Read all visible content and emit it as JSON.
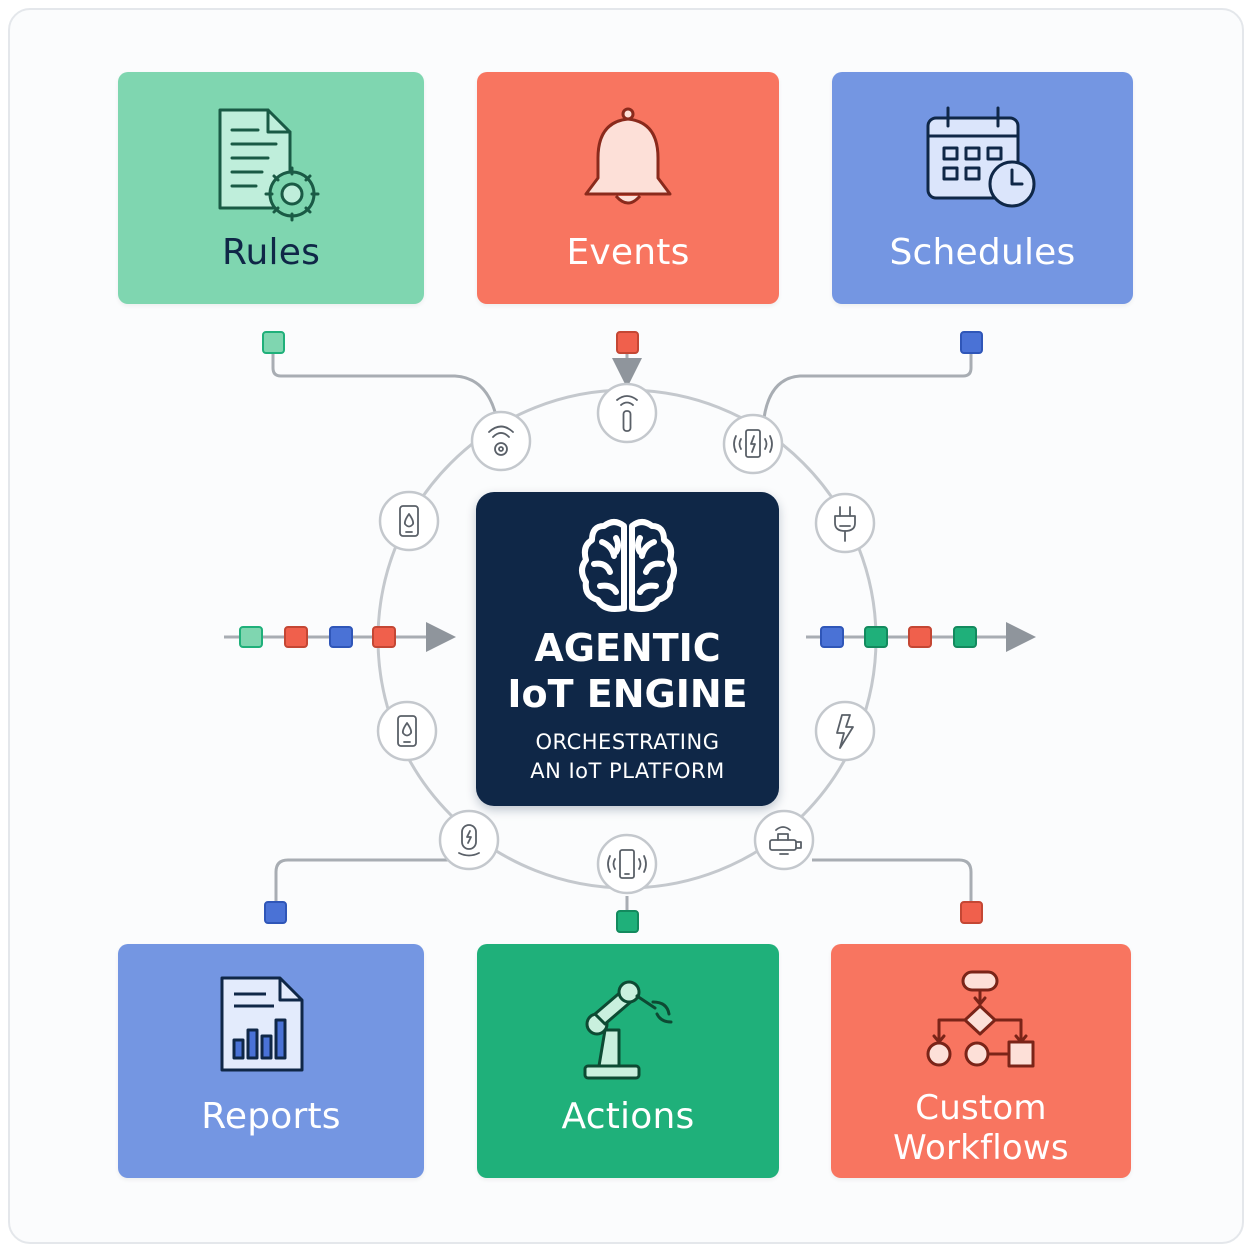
{
  "hub": {
    "title_line1": "AGENTIC",
    "title_line2": "IoT ENGINE",
    "subtitle_line1": "ORCHESTRATING",
    "subtitle_line2": "AN IoT PLATFORM"
  },
  "cards": {
    "rules": {
      "label": "Rules",
      "color": "#7fd6b0",
      "icon": "rule-document-gear-icon"
    },
    "events": {
      "label": "Events",
      "color": "#f87560",
      "icon": "bell-icon"
    },
    "schedules": {
      "label": "Schedules",
      "color": "#7496e2",
      "icon": "calendar-clock-icon"
    },
    "reports": {
      "label": "Reports",
      "color": "#7496e2",
      "icon": "bar-chart-report-icon"
    },
    "actions": {
      "label": "Actions",
      "color": "#1fb07a",
      "icon": "robot-arm-icon"
    },
    "custom_workflows": {
      "label_line1": "Custom",
      "label_line2": "Workflows",
      "color": "#f87560",
      "icon": "flowchart-icon"
    }
  },
  "device_nodes": [
    "wifi-sensor-icon",
    "remote-signal-icon",
    "smart-meter-icon",
    "power-plug-icon",
    "water-sensor-icon",
    "water-level-icon",
    "energy-bolt-icon",
    "voice-device-icon",
    "smart-phone-icon",
    "router-icon"
  ],
  "colors": {
    "navy": "#0f2747",
    "green": "#1fb07a",
    "red": "#f0604c",
    "blue": "#4a72d6",
    "wire": "#a8adb3"
  }
}
